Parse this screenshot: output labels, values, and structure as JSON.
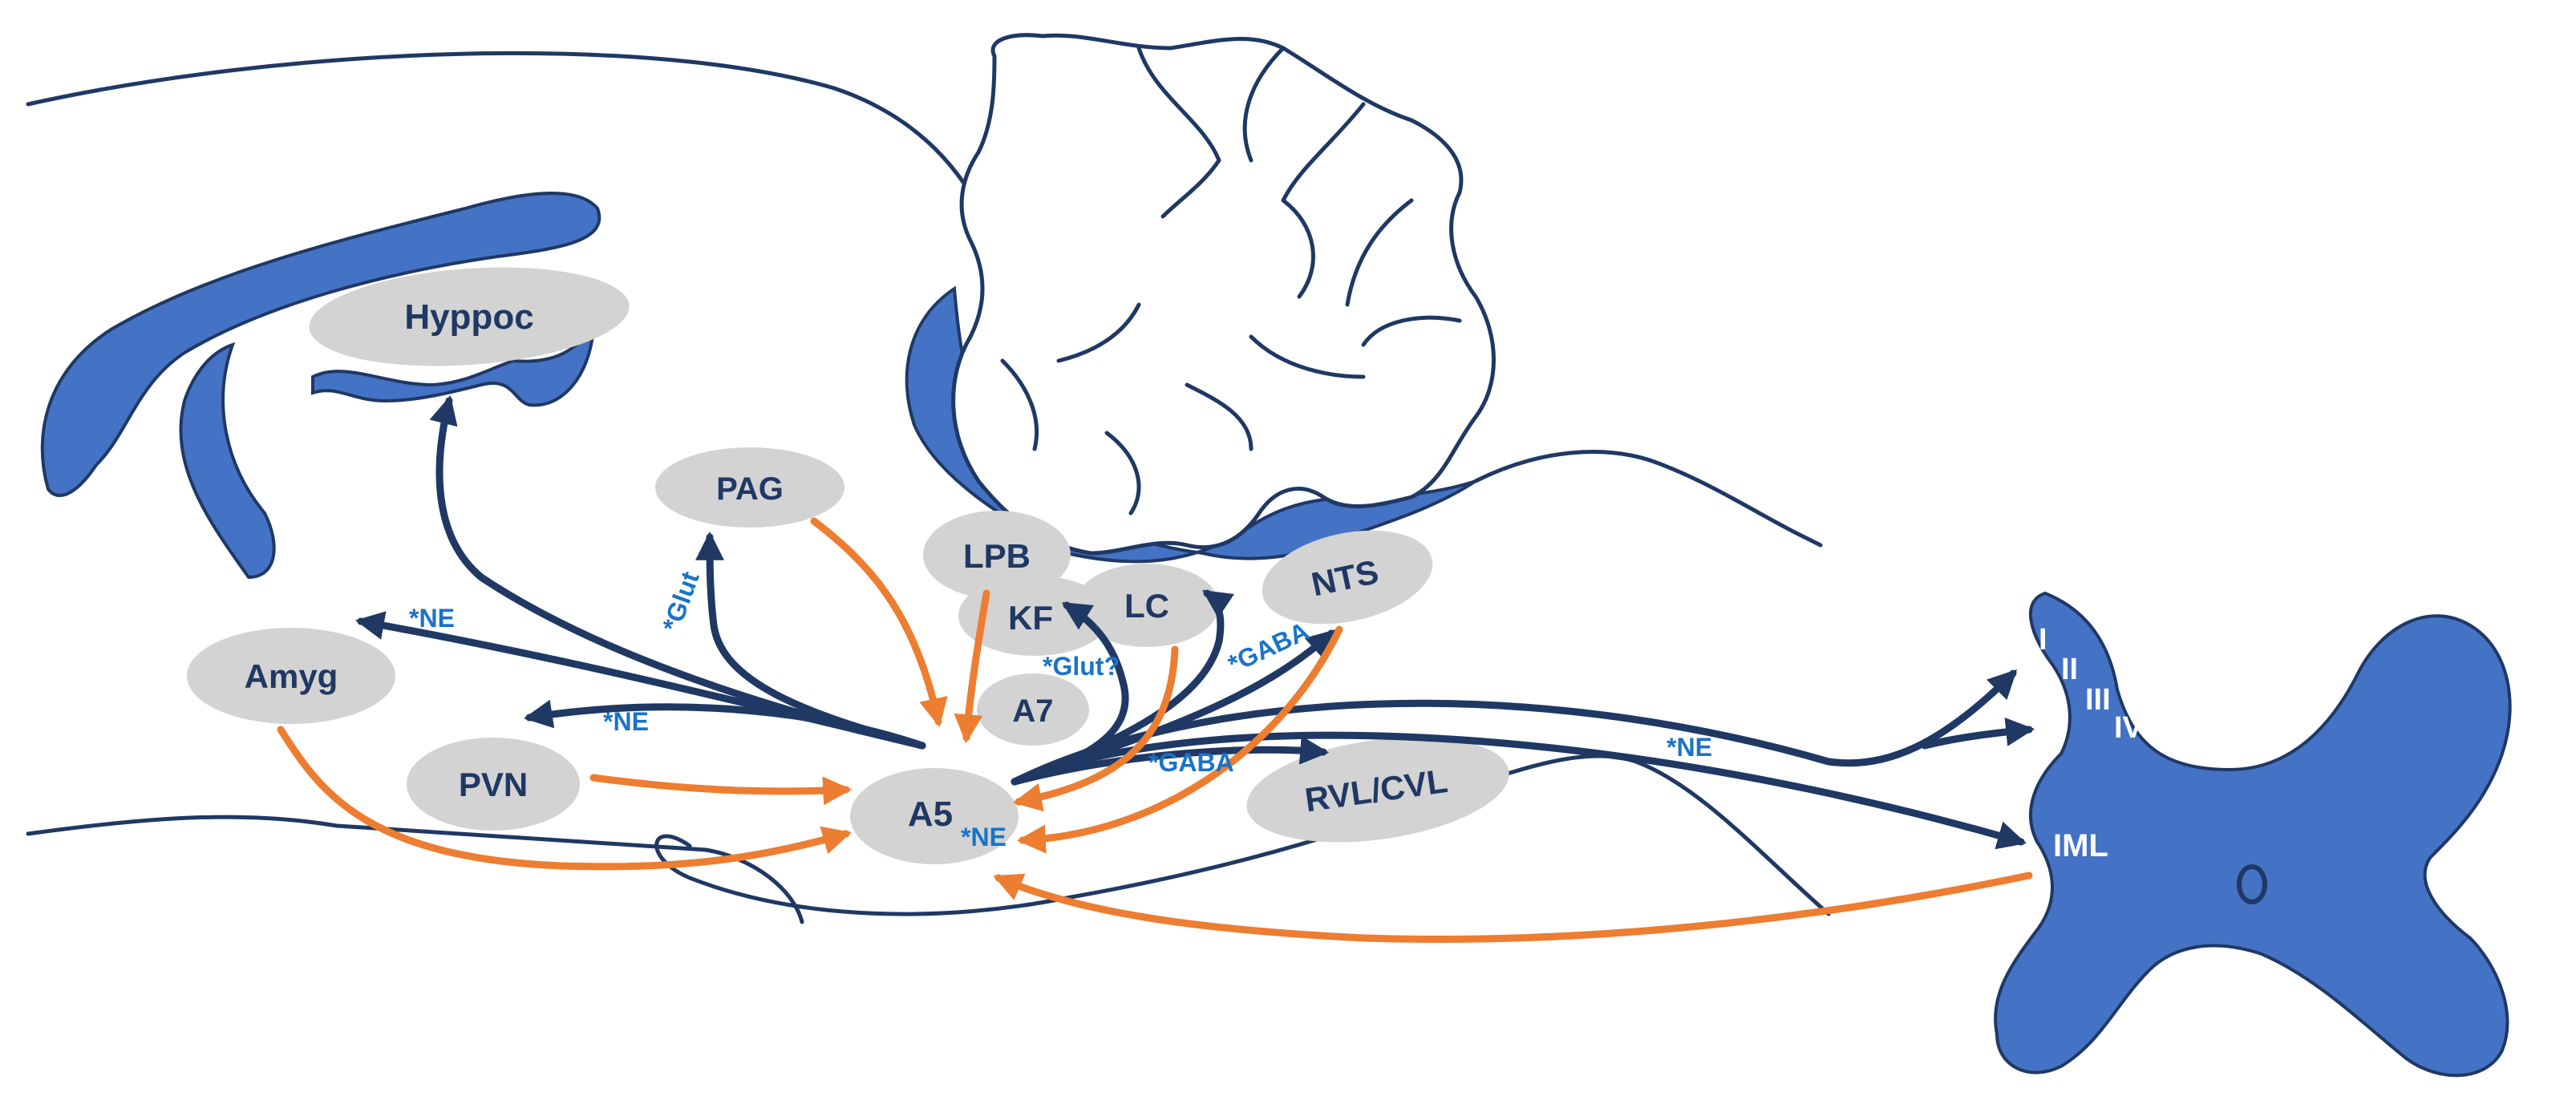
{
  "colors": {
    "outline": "#1f3864",
    "tissue_blue": "#4472c4",
    "nucleus_gray": "#d3d3d3",
    "efferent_arrow": "#1f3864",
    "afferent_arrow": "#ed7d31",
    "transmitter_label": "#1a73c7",
    "lamina_label": "#ffffff"
  },
  "nuclei": {
    "hyppoc": "Hyppoc",
    "pag": "PAG",
    "lpb": "LPB",
    "kf": "KF",
    "lc": "LC",
    "nts": "NTS",
    "a7": "A7",
    "amyg": "Amyg",
    "pvn": "PVN",
    "a5": "A5",
    "rvl_cvl": "RVL/CVL"
  },
  "transmitters": {
    "ne_amyg": "*NE",
    "ne_pvn": "*NE",
    "glut_pag": "*Glut",
    "glut_kf": "*Glut?",
    "gaba_nts": "*GABA",
    "gaba_rvl": "*GABA",
    "ne_spinal": "*NE",
    "ne_a5": "*NE"
  },
  "spinal_cord": {
    "laminae": [
      "I",
      "II",
      "III",
      "IV"
    ],
    "iml": "IML"
  }
}
